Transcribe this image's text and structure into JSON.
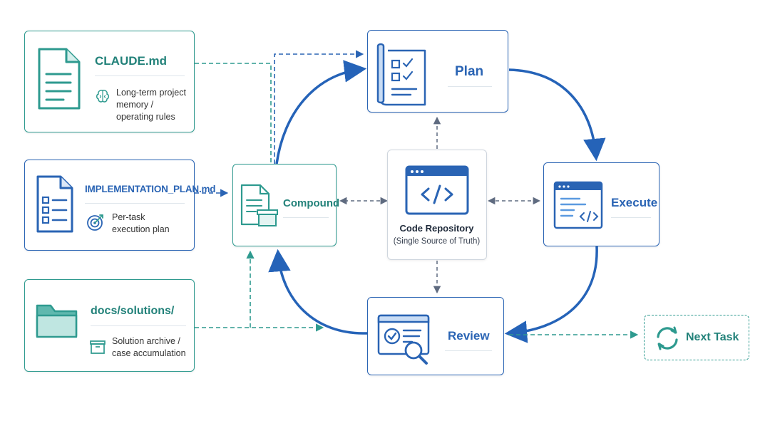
{
  "colors": {
    "teal": "#2e9a8f",
    "blue": "#2a64b4",
    "arrow_blue": "#2563b8",
    "connector_gray": "#5f6b80"
  },
  "sources": {
    "claude": {
      "title": "CLAUDE.md",
      "desc_lines": [
        "Long-term project",
        "memory /",
        "operating rules"
      ],
      "icon": "document-icon",
      "desc_icon": "brain-icon"
    },
    "impl": {
      "title": "IMPLEMENTATION_PLAN.md",
      "desc_lines": [
        "Per-task",
        "execution plan"
      ],
      "icon": "checklist-document-icon",
      "desc_icon": "target-icon"
    },
    "docs": {
      "title": "docs/solutions/",
      "desc_lines": [
        "Solution archive /",
        "case accumulation"
      ],
      "icon": "folder-icon",
      "desc_icon": "archive-box-icon"
    }
  },
  "stages": {
    "plan": {
      "title": "Plan",
      "icon": "clipboard-checklist-icon"
    },
    "execute": {
      "title": "Execute",
      "icon": "code-window-icon"
    },
    "review": {
      "title": "Review",
      "icon": "review-magnifier-icon"
    },
    "compound": {
      "title": "Compound",
      "icon": "document-box-icon"
    }
  },
  "repository": {
    "title": "Code Repository",
    "subtitle": "(Single Source of Truth)",
    "icon": "code-icon"
  },
  "next_task": {
    "title": "Next Task",
    "icon": "refresh-icon"
  }
}
